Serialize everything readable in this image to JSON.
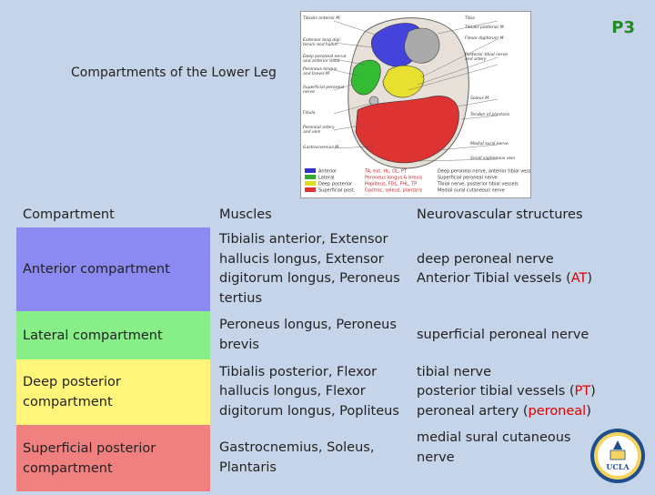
{
  "slide_tag": "P3",
  "title": "Compartments of the Lower Leg",
  "figure": {
    "labels_left": [
      "Extensor long digi- torum and halluc",
      "Deep peroneal nerve and anterior tibial",
      "Peroneus longus and brevis",
      "Superficial peroneal nerve",
      "Fibula",
      "Peroneal artery and vein",
      "Gastrocnemius M."
    ],
    "labels_right": [
      "Tibia",
      "Tibialis posterior M.",
      "Flexor digitorum M.",
      "Posterior tibial nerve and artery",
      "Soleus M.",
      "Tendon of plantaris",
      "Medial sural nerve",
      "Small saphenous vein"
    ],
    "legend": [
      {
        "name": "Anterior",
        "color": "#3333cc",
        "muscles": "TA, ext. HL, DL, PT",
        "nerves": "Deep peroneal nerve, anterior tibial vessels"
      },
      {
        "name": "Lateral",
        "color": "#33aa33",
        "muscles": "Peroneus longus & brevis",
        "nerves": "Superficial peroneal nerve"
      },
      {
        "name": "Deep posterior",
        "color": "#dddd22",
        "muscles": "Popliteus, FDL, FHL, TP",
        "nerves": "Tibial nerve, posterior tibial vessels"
      },
      {
        "name": "Superficial post.",
        "color": "#dd3333",
        "muscles": "Gastroc, soleus, plantaris",
        "nerves": "Medial sural cutaneous nerve"
      }
    ]
  },
  "table": {
    "headers": {
      "compartment": "Compartment",
      "muscles": "Muscles",
      "neurovascular": "Neurovascular structures"
    },
    "rows": [
      {
        "compartment": "Anterior compartment",
        "color": "#8a8af0",
        "muscles": "Tibialis anterior, Extensor hallucis longus, Extensor digitorum longus, Peroneus tertius",
        "nv_lines": [
          {
            "text": "deep peroneal nerve"
          },
          {
            "text": "Anterior Tibial vessels (",
            "red": "AT",
            "after": ")"
          }
        ]
      },
      {
        "compartment": "Lateral compartment",
        "color": "#88ee88",
        "muscles": "Peroneus longus, Peroneus brevis",
        "nv_lines": [
          {
            "text": "superficial peroneal nerve"
          }
        ]
      },
      {
        "compartment": "Deep posterior compartment",
        "color": "#fff57a",
        "muscles": "Tibialis posterior, Flexor hallucis longus, Flexor digitorum longus, Popliteus",
        "nv_lines": [
          {
            "text": "tibial nerve"
          },
          {
            "text": "posterior tibial vessels (",
            "red": "PT",
            "after": ")"
          },
          {
            "text": "peroneal artery (",
            "red": "peroneal",
            "after": ")"
          }
        ]
      },
      {
        "compartment": "Superficial posterior compartment",
        "color": "#f08080",
        "muscles": "Gastrocnemius, Soleus, Plantaris",
        "nv_lines": [
          {
            "text": "medial sural cutaneous nerve"
          }
        ]
      }
    ]
  },
  "logo": {
    "text": "UCLA"
  }
}
